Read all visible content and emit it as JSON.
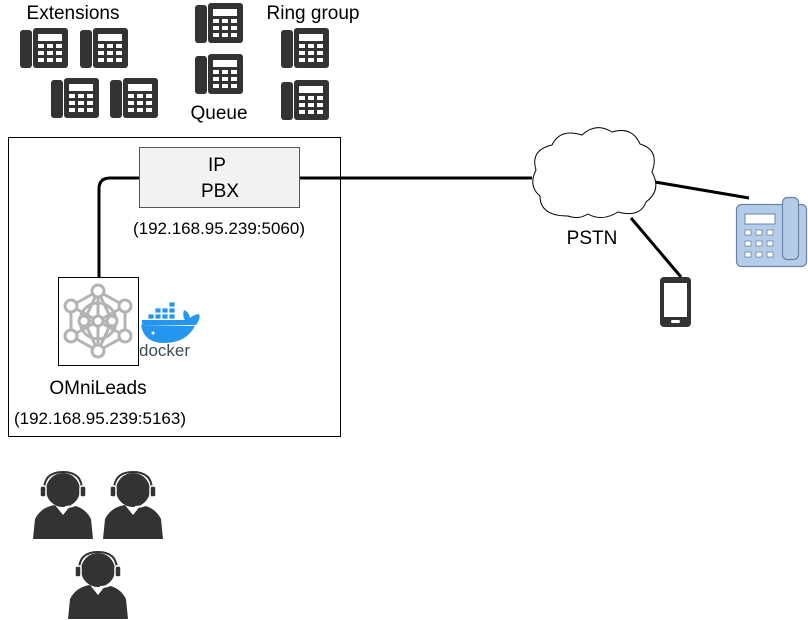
{
  "labels": {
    "extensions": "Extensions",
    "queue": "Queue",
    "ring_group": "Ring group",
    "pbx_line1": "IP",
    "pbx_line2": "PBX",
    "pbx_address": "(192.168.95.239:5060)",
    "pstn": "PSTN",
    "omnileads": "OMniLeads",
    "omnileads_address": "(192.168.95.239:5163)",
    "docker": "docker"
  },
  "colors": {
    "stroke": "#000000",
    "pbx_fill": "#f2f2f2",
    "phone_dark": "#333333",
    "desk_phone_fill": "#b5cce8",
    "desk_phone_stroke": "#6b83a8",
    "docker_blue": "#2496ed",
    "docker_text": "#394d54",
    "agent_fill": "#333333"
  },
  "icons": {
    "extension_phone": "office-phone-icon",
    "desk_phone": "desk-phone-icon",
    "mobile": "mobile-phone-icon",
    "cloud": "cloud-icon",
    "omnileads_logo": "omnileads-network-icon",
    "docker_logo": "docker-whale-icon",
    "agent": "headset-agent-icon"
  }
}
